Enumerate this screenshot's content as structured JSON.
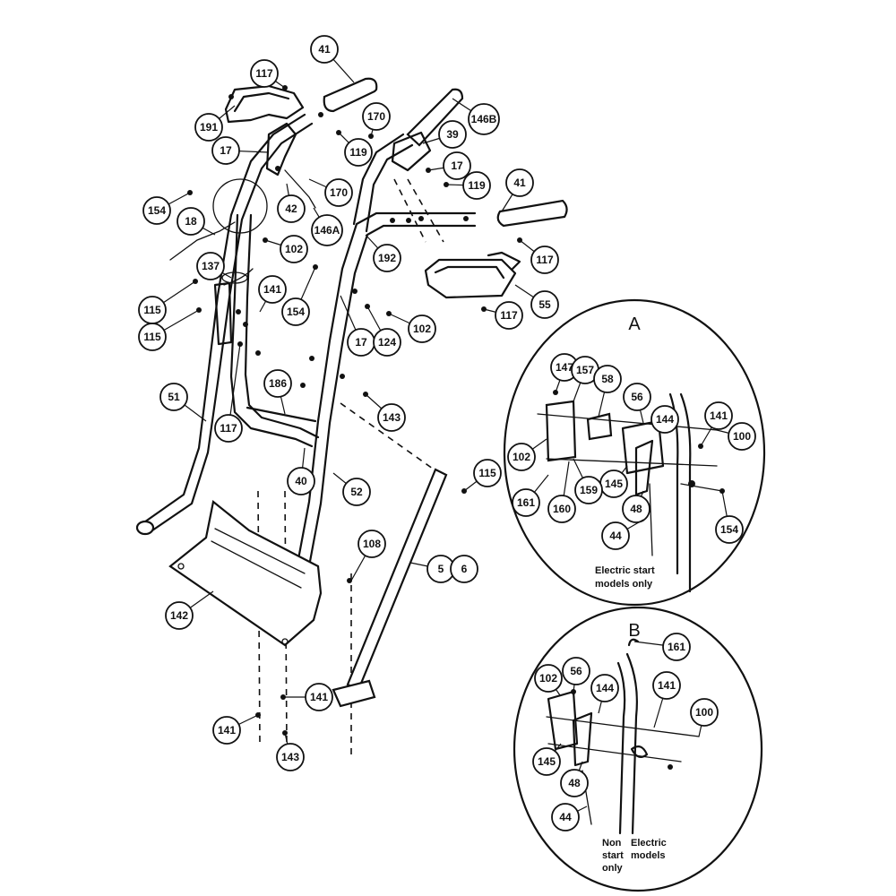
{
  "callouts": [
    {
      "label": "41"
    },
    {
      "label": "117"
    },
    {
      "label": "191"
    },
    {
      "label": "17"
    },
    {
      "label": "170"
    },
    {
      "label": "119"
    },
    {
      "label": "146B"
    },
    {
      "label": "39"
    },
    {
      "label": "17"
    },
    {
      "label": "119"
    },
    {
      "label": "41"
    },
    {
      "label": "170"
    },
    {
      "label": "42"
    },
    {
      "label": "146A"
    },
    {
      "label": "154"
    },
    {
      "label": "18"
    },
    {
      "label": "102"
    },
    {
      "label": "192"
    },
    {
      "label": "117"
    },
    {
      "label": "137"
    },
    {
      "label": "141"
    },
    {
      "label": "115"
    },
    {
      "label": "115"
    },
    {
      "label": "154"
    },
    {
      "label": "17"
    },
    {
      "label": "124"
    },
    {
      "label": "102"
    },
    {
      "label": "55"
    },
    {
      "label": "117"
    },
    {
      "label": "186"
    },
    {
      "label": "51"
    },
    {
      "label": "117"
    },
    {
      "label": "143"
    },
    {
      "label": "40"
    },
    {
      "label": "52"
    },
    {
      "label": "115"
    },
    {
      "label": "108"
    },
    {
      "label": "5"
    },
    {
      "label": "6"
    },
    {
      "label": "142"
    },
    {
      "label": "141"
    },
    {
      "label": "141"
    },
    {
      "label": "143"
    },
    {
      "label": "147"
    },
    {
      "label": "157"
    },
    {
      "label": "58"
    },
    {
      "label": "56"
    },
    {
      "label": "144"
    },
    {
      "label": "141"
    },
    {
      "label": "100"
    },
    {
      "label": "102"
    },
    {
      "label": "145"
    },
    {
      "label": "159"
    },
    {
      "label": "161"
    },
    {
      "label": "160"
    },
    {
      "label": "48"
    },
    {
      "label": "44"
    },
    {
      "label": "154"
    },
    {
      "label": "161"
    },
    {
      "label": "102"
    },
    {
      "label": "56"
    },
    {
      "label": "144"
    },
    {
      "label": "141"
    },
    {
      "label": "100"
    },
    {
      "label": "145"
    },
    {
      "label": "48"
    },
    {
      "label": "44"
    }
  ],
  "details": {
    "a": {
      "title": "A",
      "note_line1": "Electric start",
      "note_line2": "models only"
    },
    "b": {
      "title": "B",
      "note_left_line1": "Non",
      "note_left_line2": "start",
      "note_left_line3": "only",
      "note_right_line1": "Electric",
      "note_right_line2": "models"
    }
  }
}
